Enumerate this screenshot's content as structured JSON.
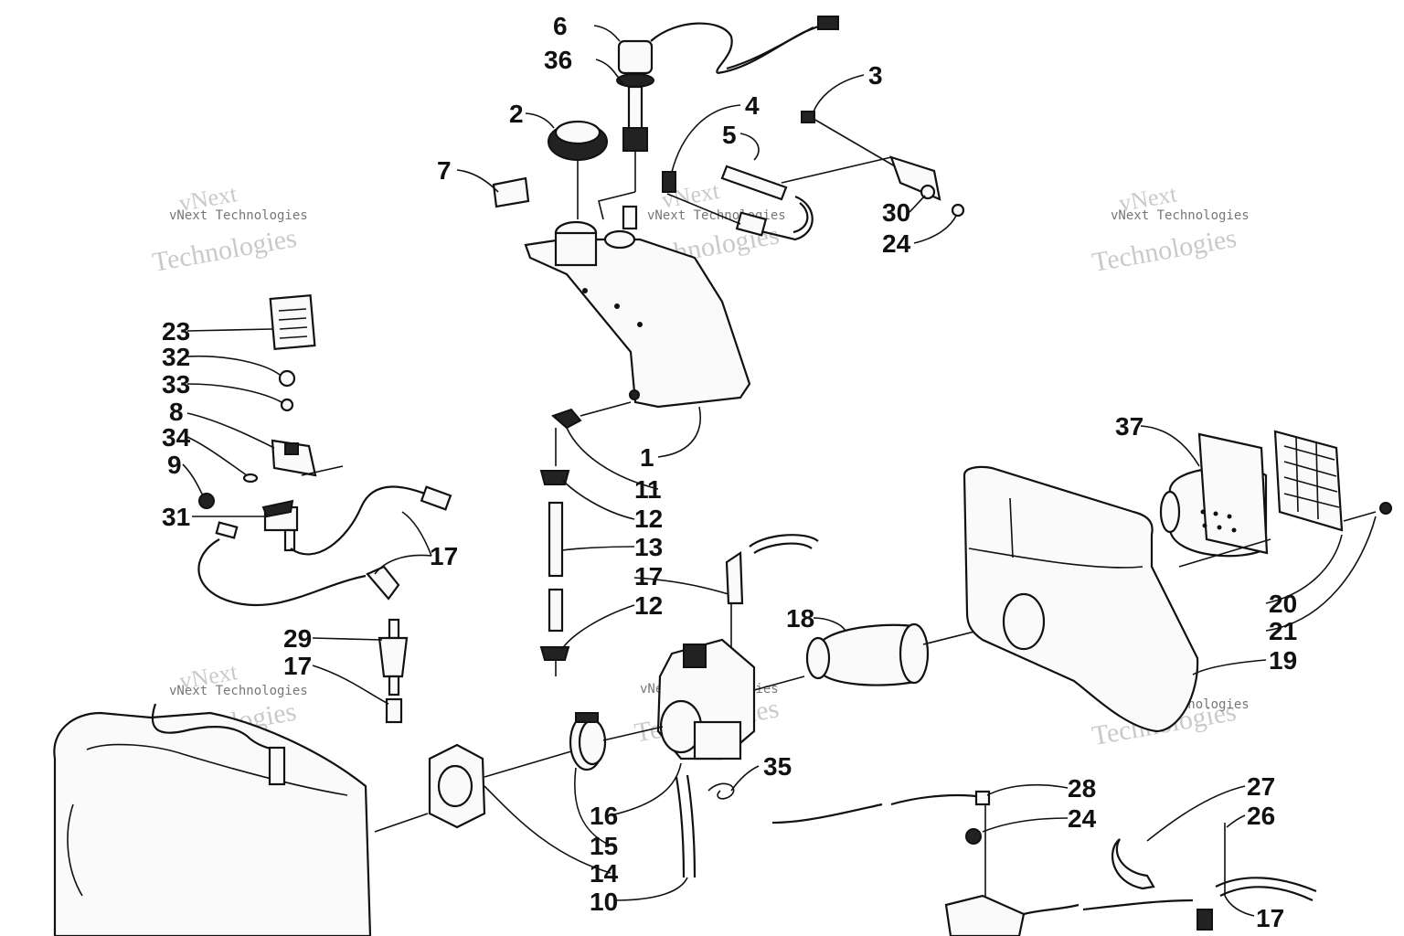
{
  "watermark": {
    "brand_top": "vNext",
    "brand_bottom": "Technologies",
    "small_text": "vNext Technologies"
  },
  "callouts": [
    {
      "id": "c6",
      "label": "6"
    },
    {
      "id": "c36",
      "label": "36"
    },
    {
      "id": "c2",
      "label": "2"
    },
    {
      "id": "c7",
      "label": "7"
    },
    {
      "id": "c4",
      "label": "4"
    },
    {
      "id": "c5",
      "label": "5"
    },
    {
      "id": "c3",
      "label": "3"
    },
    {
      "id": "c30",
      "label": "30"
    },
    {
      "id": "c24a",
      "label": "24"
    },
    {
      "id": "c23",
      "label": "23"
    },
    {
      "id": "c32",
      "label": "32"
    },
    {
      "id": "c33",
      "label": "33"
    },
    {
      "id": "c8",
      "label": "8"
    },
    {
      "id": "c34",
      "label": "34"
    },
    {
      "id": "c9",
      "label": "9"
    },
    {
      "id": "c31",
      "label": "31"
    },
    {
      "id": "c17a",
      "label": "17"
    },
    {
      "id": "c29",
      "label": "29"
    },
    {
      "id": "c17b",
      "label": "17"
    },
    {
      "id": "c1",
      "label": "1"
    },
    {
      "id": "c11",
      "label": "11"
    },
    {
      "id": "c12a",
      "label": "12"
    },
    {
      "id": "c13",
      "label": "13"
    },
    {
      "id": "c17c",
      "label": "17"
    },
    {
      "id": "c12b",
      "label": "12"
    },
    {
      "id": "c18",
      "label": "18"
    },
    {
      "id": "c37",
      "label": "37"
    },
    {
      "id": "c20",
      "label": "20"
    },
    {
      "id": "c21",
      "label": "21"
    },
    {
      "id": "c19",
      "label": "19"
    },
    {
      "id": "c35",
      "label": "35"
    },
    {
      "id": "c16",
      "label": "16"
    },
    {
      "id": "c15",
      "label": "15"
    },
    {
      "id": "c14",
      "label": "14"
    },
    {
      "id": "c10",
      "label": "10"
    },
    {
      "id": "c28",
      "label": "28"
    },
    {
      "id": "c24b",
      "label": "24"
    },
    {
      "id": "c27",
      "label": "27"
    },
    {
      "id": "c26",
      "label": "26"
    },
    {
      "id": "c17d",
      "label": "17"
    }
  ]
}
